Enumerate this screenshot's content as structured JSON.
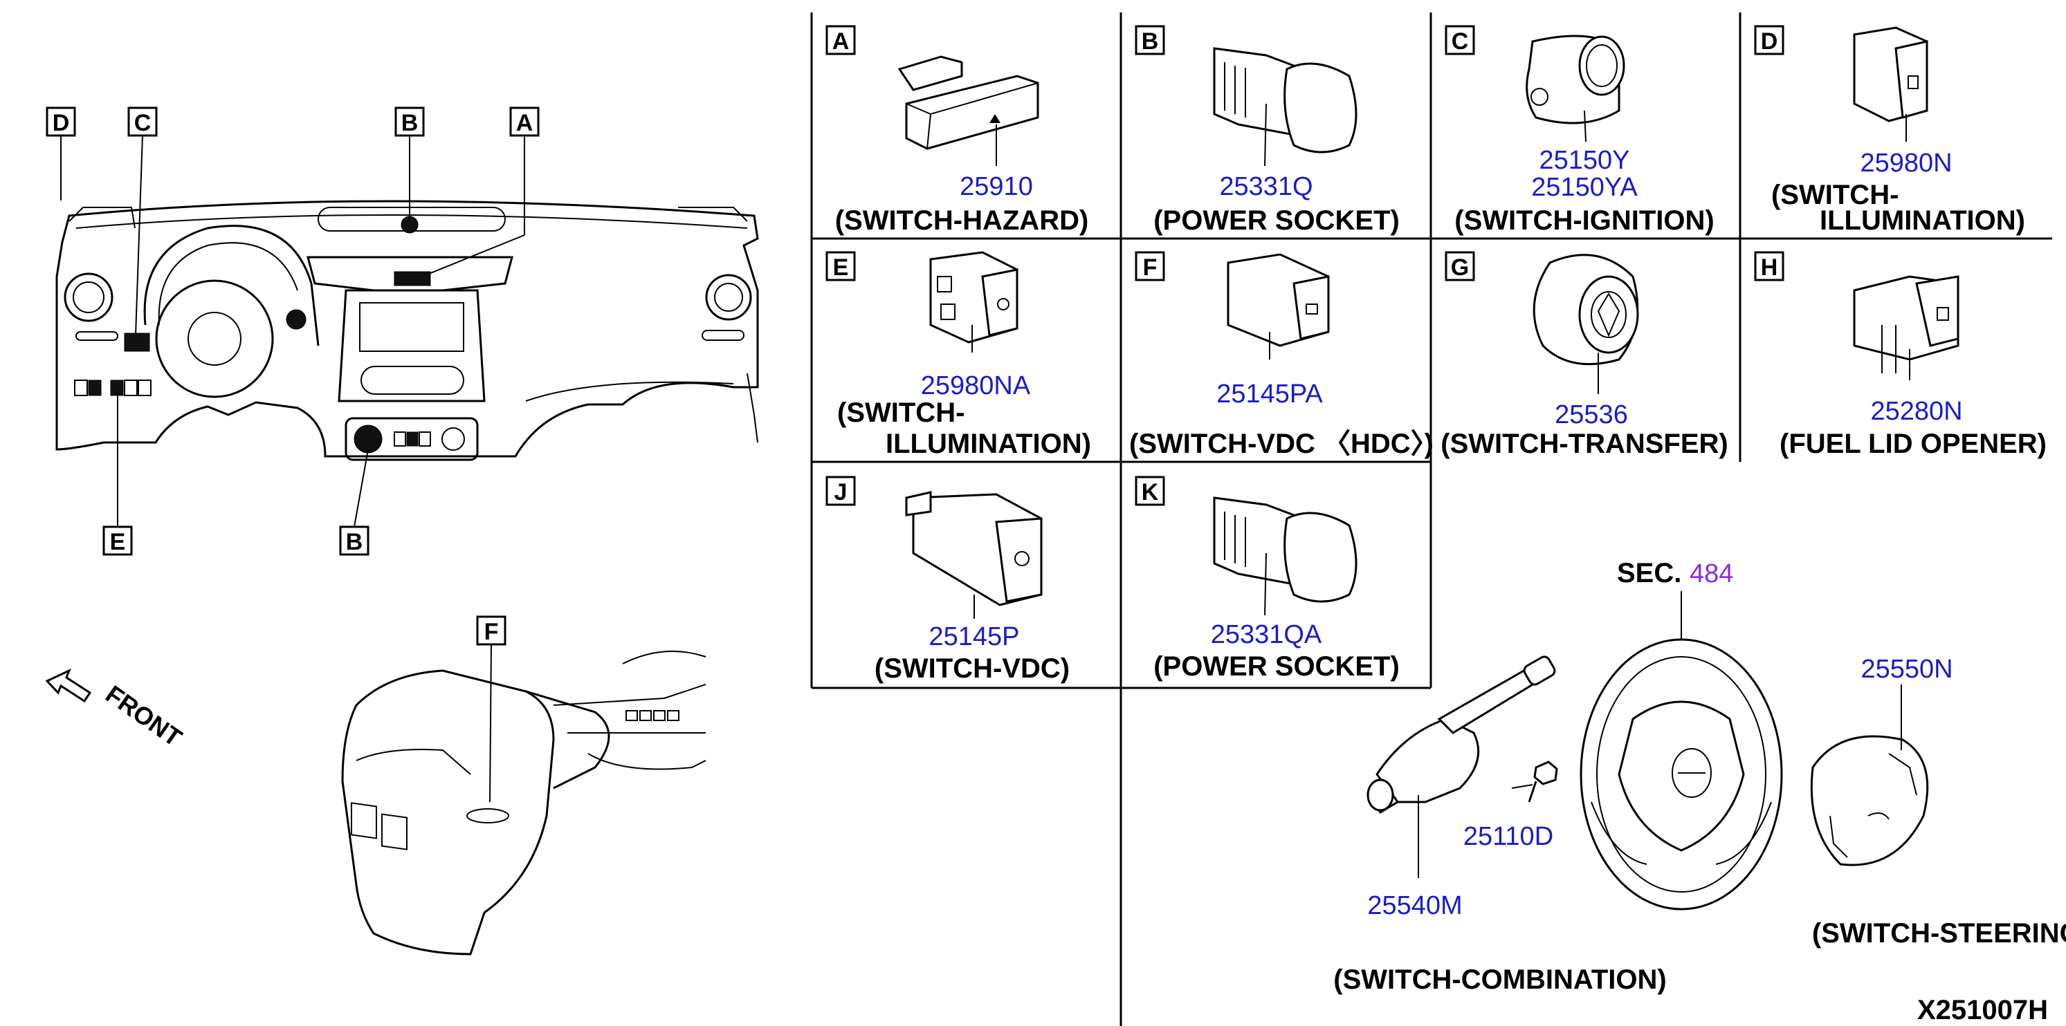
{
  "overview": {
    "callouts": {
      "d": "D",
      "c": "C",
      "b_top": "B",
      "a": "A",
      "e": "E",
      "b_bottom": "B",
      "f": "F"
    },
    "front_label": "FRONT"
  },
  "panels": [
    {
      "letter": "A",
      "part_numbers": [
        "25910"
      ],
      "caption": [
        "(SWITCH-HAZARD)"
      ]
    },
    {
      "letter": "B",
      "part_numbers": [
        "25331Q"
      ],
      "caption": [
        "(POWER SOCKET)"
      ]
    },
    {
      "letter": "C",
      "part_numbers": [
        "25150Y",
        "25150YA"
      ],
      "caption": [
        "(SWITCH-IGNITION)"
      ]
    },
    {
      "letter": "D",
      "part_numbers": [
        "25980N"
      ],
      "caption": [
        "(SWITCH-",
        "ILLUMINATION)"
      ]
    },
    {
      "letter": "E",
      "part_numbers": [
        "25980NA"
      ],
      "caption": [
        "(SWITCH-",
        "ILLUMINATION)"
      ]
    },
    {
      "letter": "F",
      "part_numbers": [
        "25145PA"
      ],
      "caption": [
        "(SWITCH-VDC 〈HDC〉)"
      ]
    },
    {
      "letter": "G",
      "part_numbers": [
        "25536"
      ],
      "caption": [
        "(SWITCH-TRANSFER)"
      ]
    },
    {
      "letter": "H",
      "part_numbers": [
        "25280N"
      ],
      "caption": [
        "(FUEL LID OPENER)"
      ]
    },
    {
      "letter": "J",
      "part_numbers": [
        "25145P"
      ],
      "caption": [
        "(SWITCH-VDC)"
      ]
    },
    {
      "letter": "K",
      "part_numbers": [
        "25331QA"
      ],
      "caption": [
        "(POWER SOCKET)"
      ]
    }
  ],
  "steering": {
    "sec_prefix": "SEC.",
    "sec_number": "484",
    "parts": {
      "switch_steering": "25550N",
      "bolt": "25110D",
      "combination": "25540M"
    },
    "captions": {
      "switch_steering": "(SWITCH-STEERING)",
      "combination": "(SWITCH-COMBINATION)"
    }
  },
  "diagram_id": "X251007H",
  "colors": {
    "part_number": "#1a1acc",
    "section_number": "#8a2be2",
    "line": "#000000"
  }
}
